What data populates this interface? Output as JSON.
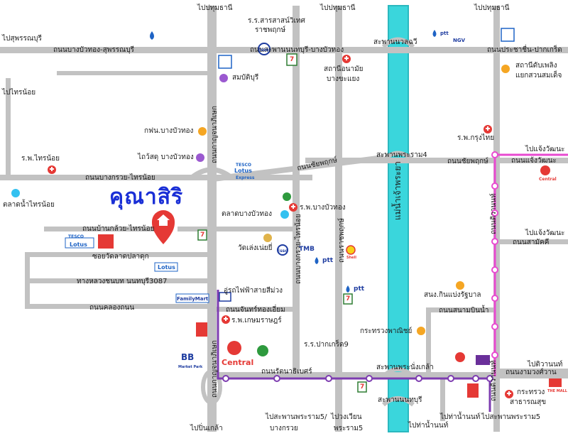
{
  "title": "คุณาสิริ",
  "colors": {
    "road": "#bfbfbf",
    "river": "#3ad6dc",
    "bts_pink": "#e84ad0",
    "bts_purple": "#7d3cb0",
    "pin": "#e53935",
    "poi_orange": "#f5a623",
    "poi_purple": "#9b59d0",
    "poi_cyan": "#33c1f0"
  },
  "directions": {
    "top_left_pathum": "ไปปทุมธานี",
    "top_mid_pathum": "ไปปทุมธานี",
    "top_right_pathum": "ไปปทุมธานี",
    "suphan": "ไปสุพรรณบุรี",
    "sainoi": "ไปไทรน้อย",
    "chaengwattana_top": "ไปแจ้งวัฒนะ",
    "chaengwattana_mid": "ไปแจ้งวัฒนะ",
    "tiwanon": "ไปติวานนท์",
    "pinklao": "ไปปิ่นเกล้า",
    "bottom_bridge5": "ไปสะพานพระราม5/",
    "bottom_bangkruai": "บางกรวย",
    "bottom_wongwian": "ไปวงเวียน",
    "bottom_rama5": "พระราม5",
    "bottom_tha_nam": "ไปท่าน้ำนนท์",
    "bottom_tha_nam2": "ไปท่าน้ำนนท์",
    "bottom_right_bridge": "ไปสะพานพระราม5"
  },
  "roads": {
    "bangbuathong_suphan": "ถนนบางบัวทอง-สุพรรณบุรี",
    "saphan_nonthaburi": "ถนนสะพานนนทบุรี-บางบัวทอง",
    "prachachuen": "ถนนประชาชื่น-ปากเกร็ด",
    "bangkruai_sainoi": "ถนนบางกรวย-ไทรน้อย",
    "chaiyaphruek_left": "ถนนชัยพฤกษ์",
    "chaiyaphruek_right": "ถนนชัยพฤกษ์",
    "ban_kluai": "ถนนบ้านกล้วย-ไทรน้อย",
    "soi_wat": "ซอยวัดลาดปลาดุก",
    "highway": "ทางหลวงชนบท นนทบุรี3087",
    "khlong_thanon": "ถนนคลองถนน",
    "ratchaphruek": "ถนนราชพฤกษ์",
    "kanchanaphisek": "ถนนกาญจนาภิเษก",
    "bangkruai_sainoi_v": "ถนนบางกรวย-ไทรน้อย",
    "chan_thong_iam": "ถนนจันทร์ทองเอี่ยม",
    "rattanathibet": "ถนนรัตนาธิเบศร์",
    "sanam_bin_nam": "ถนนสนามบินน้ำ",
    "ngamwongwan": "ถนนงามวงศ์วาน",
    "chaengwattana": "ถนนแจ้งวัฒนะ",
    "samakkhi": "ถนนสามัคคี",
    "tiwanon_v": "ถนนติวานนท์",
    "tiwanon_v2": "ถนนติวานนท์",
    "chao_phraya": "แม่น้ำเจ้าพระยา",
    "bridge_nuanlawdi": "สะพานนวลฉวี",
    "bridge_rama4": "สะพานพระราม4",
    "bridge_phranangklao": "สะพานพระนั่งเกล้า",
    "bridge_nonthaburi": "สะพานนนทบุรี"
  },
  "places": {
    "school": "ร.ร.สารสาสน์วิเทศ",
    "school2": "ราชพฤกษ์",
    "health": "สถานีอนามัย",
    "health2": "บางขะแยง",
    "fuel_station": "สถานีดับเพลิง",
    "fuel_station2": "แยกสวนสมเด็จ",
    "sambatburi": "สมบัติบุรี",
    "power": "กฟน.บางบัวทอง",
    "post": "ไถว้สดุ บางบัวทอง",
    "hosp_sainoi": "ร.พ.ไทรน้อย",
    "hosp_krungthai": "ร.พ.กรุงไทย",
    "market_sainoi": "ตลาดน้ำไทรน้อย",
    "market_bangbuathong": "ตลาดบางบัวทอง",
    "hosp_bangbuathong": "ร.พ.บางบัวทอง",
    "wat": "วัดเล่งเน่ยยี่",
    "bts_station": "อู่รถไฟฟ้าสายสีม่วง",
    "hosp_kasem": "ร.พ.เกษมราษฎร์",
    "school_pracha": "ร.ร.ปากเกร็ด9",
    "ministry_commerce": "กระทรวงพาณิชย์",
    "lottery": "สนง.กินแบ่งรัฐบาล",
    "ministry_health": "กระทรวง",
    "ministry_health2": "สาธารณสุข"
  },
  "brands": {
    "lotus": "Lotus",
    "tesco": "TESCO",
    "lotus_express": "Express",
    "esso": "Esso",
    "ptt": "ptt",
    "tmb": "TMB",
    "central": "Central",
    "familymart": "FamilyMart",
    "bb": "BB",
    "bb_sub": "Market Park",
    "shell": "Shell",
    "seven": "7",
    "ngv": "NGV",
    "mall": "THE MALL"
  },
  "icons": [
    "home-pin-icon",
    "hospital-cross-icon",
    "fuel-station-icon",
    "seven-eleven-icon",
    "bts-train-icon"
  ]
}
